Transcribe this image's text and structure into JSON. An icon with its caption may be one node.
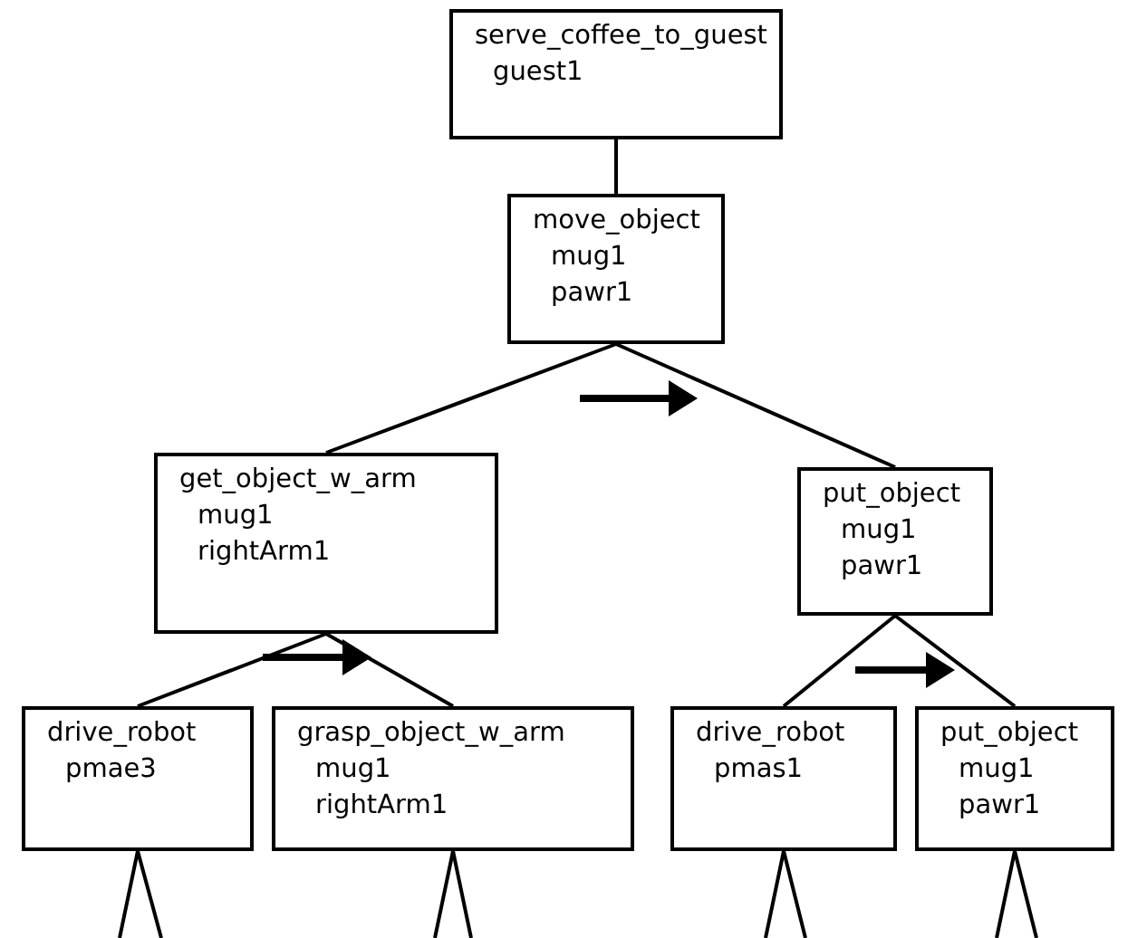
{
  "diagram": {
    "nodes": [
      {
        "text": [
          "serve_coffee_to_guest",
          "guest1"
        ]
      },
      {
        "text": [
          "move_object",
          "mug1",
          "pawr1"
        ]
      },
      {
        "text": [
          "get_object_w_arm",
          "mug1",
          "rightArm1"
        ]
      },
      {
        "text": [
          "put_object",
          "mug1",
          "pawr1"
        ]
      },
      {
        "text": [
          "drive_robot",
          "pmae3"
        ]
      },
      {
        "text": [
          "grasp_object_w_arm",
          "mug1",
          "rightArm1"
        ]
      },
      {
        "text": [
          "drive_robot",
          "pmas1"
        ]
      },
      {
        "text": [
          "put_object",
          "mug1",
          "pawr1"
        ]
      }
    ],
    "edges": [
      {
        "from": 0,
        "to": 1,
        "arrow": "none"
      },
      {
        "from": 1,
        "to": 2,
        "arrow": "none"
      },
      {
        "from": 1,
        "to": 3,
        "arrow": "none"
      },
      {
        "from": 2,
        "to": 4,
        "arrow": "none"
      },
      {
        "from": 2,
        "to": 5,
        "arrow": "none"
      },
      {
        "from": 3,
        "to": 6,
        "arrow": "none"
      },
      {
        "from": 3,
        "to": 7,
        "arrow": "none"
      }
    ]
  }
}
